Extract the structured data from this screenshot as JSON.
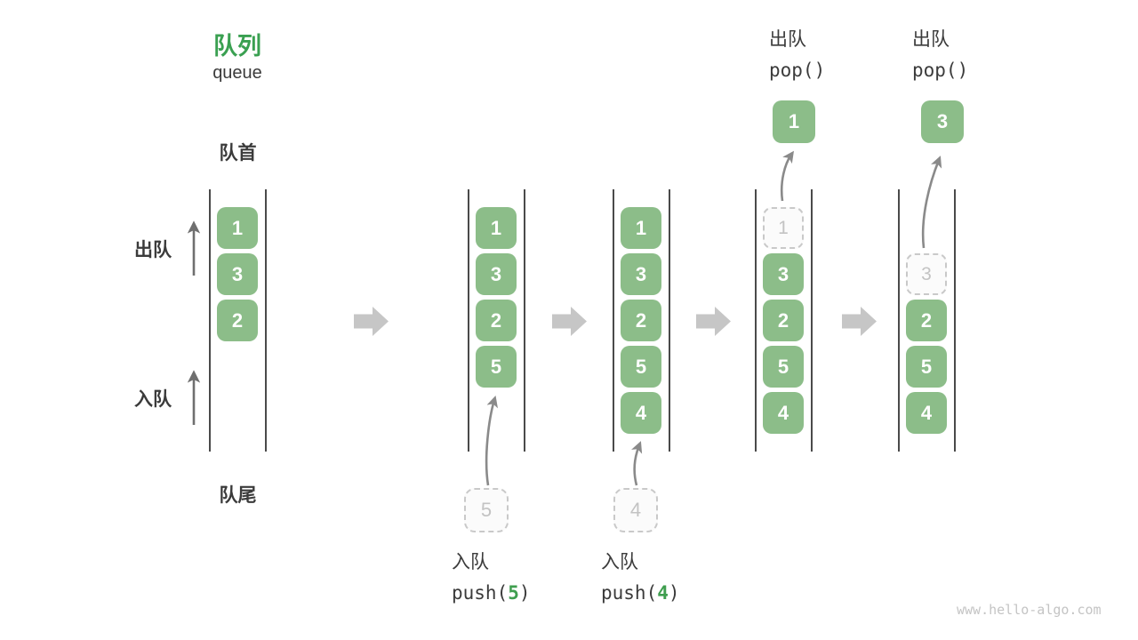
{
  "header": {
    "title": "队列",
    "subtitle": "queue"
  },
  "labels": {
    "front": "队首",
    "rear": "队尾",
    "dequeue_side": "出队",
    "enqueue_side": "入队"
  },
  "columns": [
    {
      "cells": [
        {
          "value": "1"
        },
        {
          "value": "3"
        },
        {
          "value": "2"
        }
      ]
    },
    {
      "cells": [
        {
          "value": "1"
        },
        {
          "value": "3"
        },
        {
          "value": "2"
        },
        {
          "value": "5"
        }
      ],
      "incoming": "5"
    },
    {
      "cells": [
        {
          "value": "1"
        },
        {
          "value": "3"
        },
        {
          "value": "2"
        },
        {
          "value": "5"
        },
        {
          "value": "4"
        }
      ],
      "incoming": "4"
    },
    {
      "cells": [
        {
          "value": "1",
          "ghost": true
        },
        {
          "value": "3"
        },
        {
          "value": "2"
        },
        {
          "value": "5"
        },
        {
          "value": "4"
        }
      ],
      "popped": "1"
    },
    {
      "cells": [
        {
          "value": "3",
          "ghost": true
        },
        {
          "value": "2"
        },
        {
          "value": "5"
        },
        {
          "value": "4"
        }
      ],
      "popped": "3"
    }
  ],
  "operations": {
    "pop_first": {
      "label": "出队",
      "code": "pop()"
    },
    "pop_second": {
      "label": "出队",
      "code": "pop()"
    },
    "push_5": {
      "label": "入队",
      "code_open": "push(",
      "arg": "5",
      "code_close": ")"
    },
    "push_4": {
      "label": "入队",
      "code_open": "push(",
      "arg": "4",
      "code_close": ")"
    }
  },
  "watermark": "www.hello-algo.com",
  "colors": {
    "box_green": "#8cbd89",
    "title_green": "#3aa051",
    "code_arg_green": "#3f9e4f",
    "dark_text": "#3b3b3b",
    "container_line": "#4a4a4a",
    "ghost_gray": "#c9c9c9",
    "motion_arrow_gray": "#8a8a8a",
    "flow_arrow_gray": "#c6c6c6",
    "watermark_gray": "#c4c4c4"
  }
}
